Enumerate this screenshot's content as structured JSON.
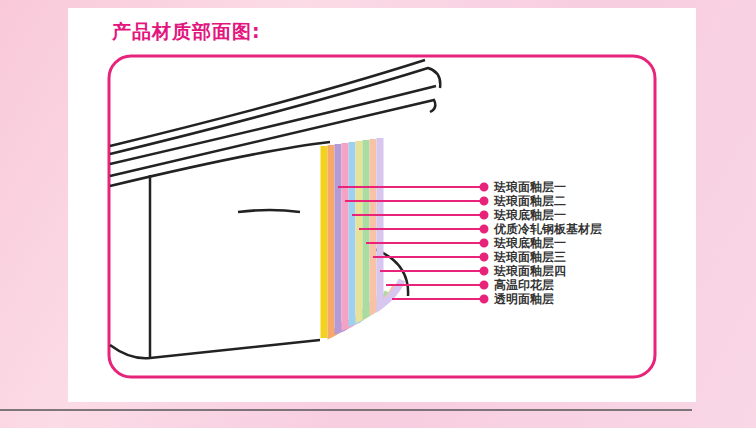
{
  "diagram": {
    "title": "产品材质部面图:",
    "labels": [
      "珐琅面釉层一",
      "珐琅面釉层二",
      "珐琅底釉层一",
      "优质冷轧钢板基材层",
      "珐琅底釉层一",
      "珐琅面釉层三",
      "珐琅面釉层四",
      "高温印花层",
      "透明面釉层"
    ]
  }
}
